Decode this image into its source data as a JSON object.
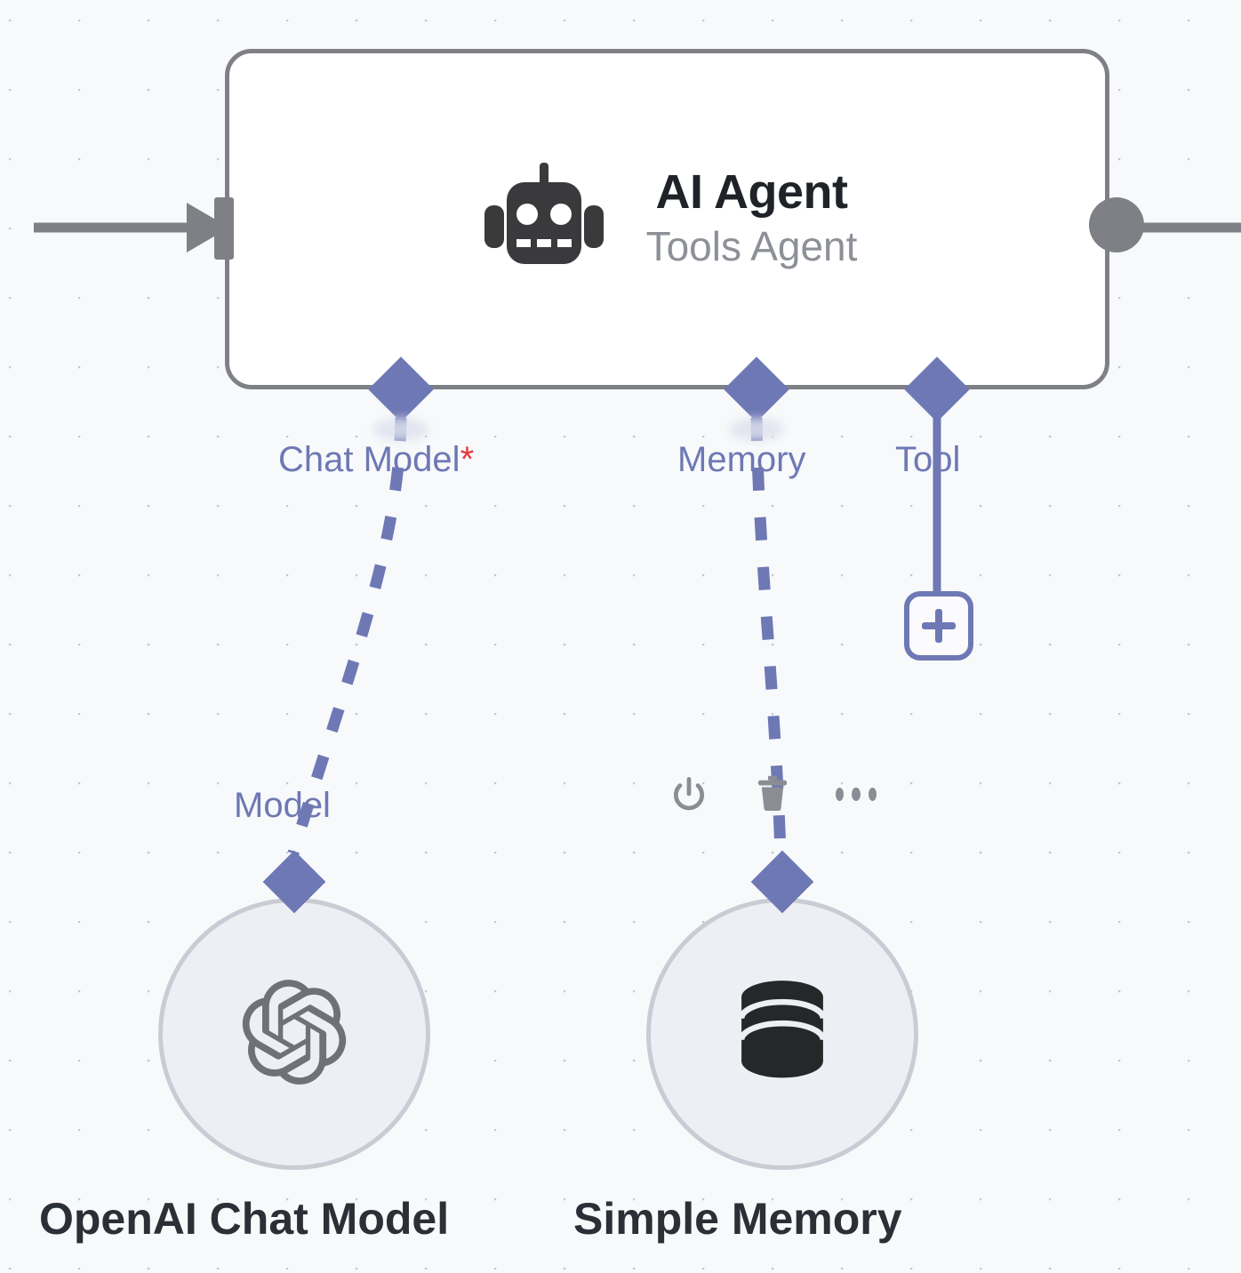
{
  "canvas": {
    "background_color": "#f8f9fb",
    "grid_dot_color": "#c3c6ce",
    "accent_color": "#6e78b4",
    "node_border_color": "#7e8085",
    "required_marker_color": "#e23c3c"
  },
  "agent_node": {
    "title": "AI Agent",
    "subtitle": "Tools Agent",
    "icon": "robot-icon",
    "input_connector": "input-arrow-icon",
    "output_connector": "output-dot-icon"
  },
  "ports": [
    {
      "label": "Chat Model",
      "required": true,
      "required_marker": "*",
      "connection": "dashed",
      "connected": true
    },
    {
      "label": "Memory",
      "required": false,
      "required_marker": "",
      "connection": "dashed",
      "connected": true
    },
    {
      "label": "Tool",
      "required": false,
      "required_marker": "",
      "connection": "solid",
      "connected": false
    }
  ],
  "add_button": {
    "label": "+",
    "icon": "plus-icon",
    "for_port": "Tool"
  },
  "sub_nodes": [
    {
      "name": "OpenAI Chat Model",
      "icon": "openai-icon",
      "port_label": "Model",
      "selected": false
    },
    {
      "name": "Simple Memory",
      "icon": "database-icon",
      "port_label": "",
      "selected": true
    }
  ],
  "node_toolbar": {
    "buttons": [
      {
        "name": "power-icon",
        "title": "Deactivate"
      },
      {
        "name": "trash-icon",
        "title": "Delete"
      },
      {
        "name": "ellipsis-icon",
        "title": "More"
      }
    ]
  }
}
